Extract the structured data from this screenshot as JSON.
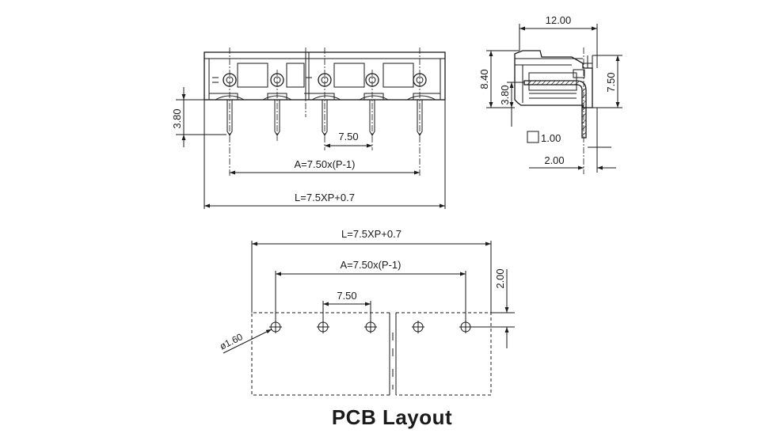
{
  "front_view": {
    "dim_pin_length": "3.80",
    "dim_pitch": "7.50",
    "dim_a": "A=7.50x(P-1)",
    "dim_l": "L=7.5XP+0.7"
  },
  "side_view": {
    "dim_width": "12.00",
    "dim_total_height": "8.40",
    "dim_height": "7.50",
    "dim_pin_height": "3.80",
    "dim_pin_square": "1.00",
    "dim_pin_offset": "2.00"
  },
  "pcb_layout": {
    "dim_l": "L=7.5XP+0.7",
    "dim_a": "A=7.50x(P-1)",
    "dim_pitch": "7.50",
    "dim_edge": "2.00",
    "dim_hole": "ø1.60",
    "caption": "PCB Layout"
  }
}
